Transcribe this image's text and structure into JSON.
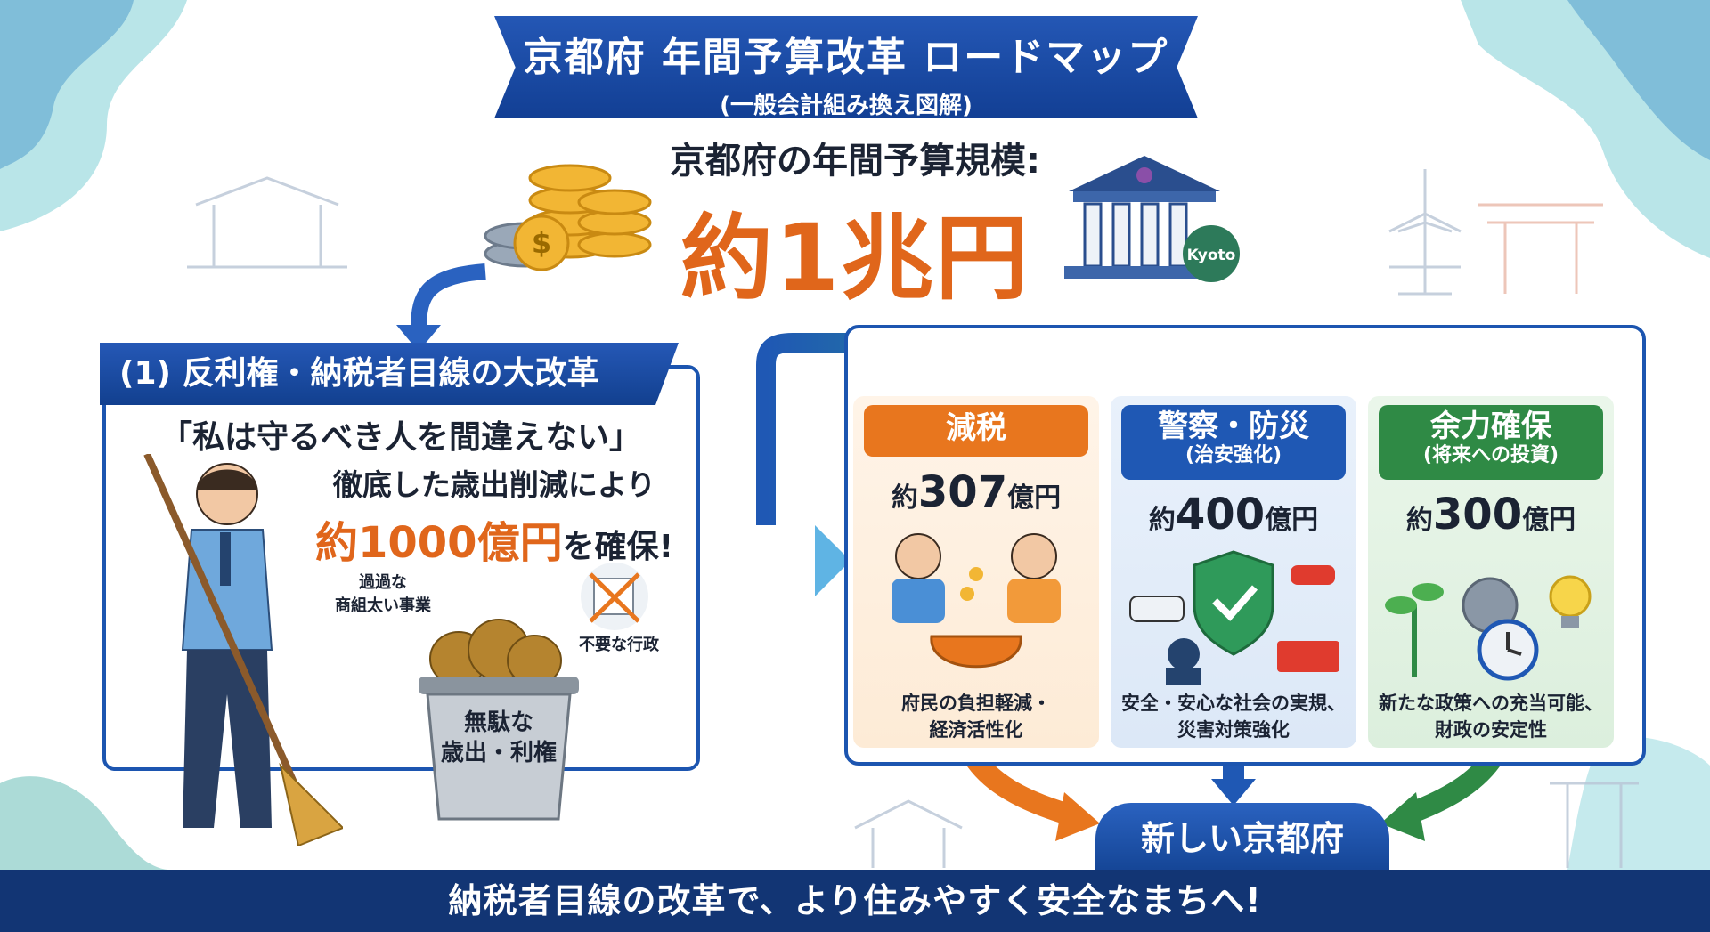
{
  "title": {
    "main": "京都府 年間予算改革 ロードマップ",
    "sub": "(一般会計組み換え図解)"
  },
  "budget": {
    "label": "京都府の年間予算規模:",
    "value": "約1兆円",
    "building_badge": "Kyoto"
  },
  "section1": {
    "header": "(1) 反利権・納税者目線の大改革",
    "quote": "「私は守るべき人を間違えない」",
    "cut_line": "徹底した歳出削減により",
    "secure_amount": "約1000億円",
    "secure_suffix": "を確保!",
    "label_business": "過過な\n商組太い事業",
    "label_admin": "不要な行政",
    "trash_label": "無駄な\n歳出・利権"
  },
  "cards": [
    {
      "title": "減税",
      "subtitle": "",
      "amount_prefix": "約",
      "amount": "307",
      "amount_suffix": "億円",
      "effect": "府民の負担軽減・\n経済活性化",
      "color": "#e8761e"
    },
    {
      "title": "警察・防災",
      "subtitle": "(治安強化)",
      "amount_prefix": "約",
      "amount": "400",
      "amount_suffix": "億円",
      "effect": "安全・安心な社会の実規、\n災害対策強化",
      "color": "#1f58b4"
    },
    {
      "title": "余力確保",
      "subtitle": "(将来への投資)",
      "amount_prefix": "約",
      "amount": "300",
      "amount_suffix": "億円",
      "effect": "新たな政策への充当可能、\n財政の安定性",
      "color": "#2f8a45"
    }
  ],
  "result": "新しい京都府",
  "footer": "納税者目線の改革で、より住みやすく安全なまちへ!"
}
